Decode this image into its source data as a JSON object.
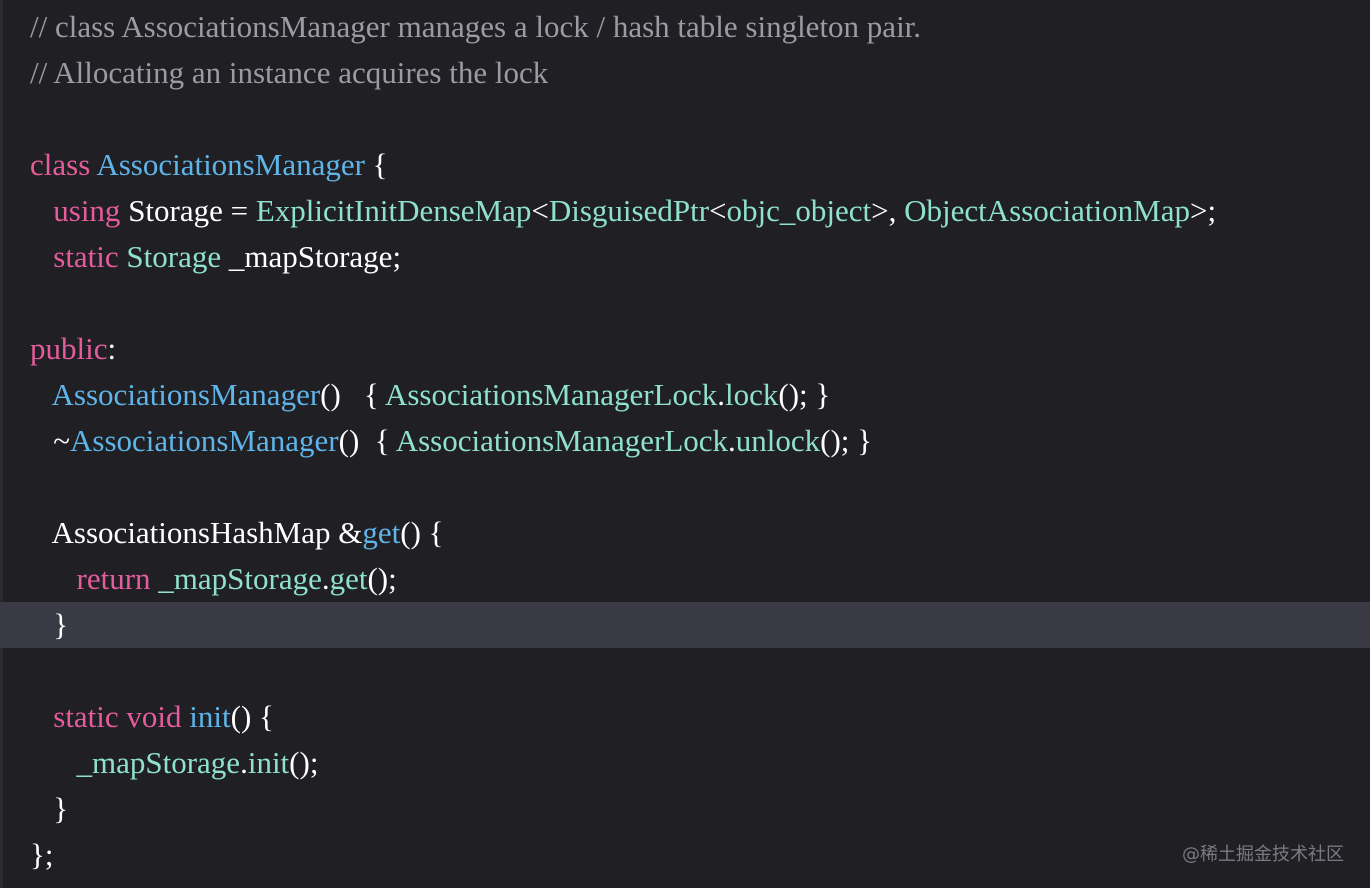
{
  "watermark": "@稀土掘金技术社区",
  "colors": {
    "background": "#1f1f24",
    "highlight_line": "#3a3a44",
    "comment": "#9b9ba3",
    "keyword": "#e45c9c",
    "type": "#8fe0cc",
    "declaration": "#5fb4e8",
    "plain": "#ffffff"
  },
  "code": {
    "highlighted_line": 13,
    "lines": [
      [
        {
          "t": "// class AssociationsManager manages a lock / hash table singleton pair.",
          "c": "comment"
        }
      ],
      [
        {
          "t": "// Allocating an instance acquires the lock",
          "c": "comment"
        }
      ],
      [],
      [
        {
          "t": "class",
          "c": "keyword"
        },
        {
          "t": " ",
          "c": "plain"
        },
        {
          "t": "AssociationsManager",
          "c": "decl"
        },
        {
          "t": " {",
          "c": "plain"
        }
      ],
      [
        {
          "t": "   ",
          "c": "plain"
        },
        {
          "t": "using",
          "c": "keyword"
        },
        {
          "t": " Storage = ",
          "c": "plain"
        },
        {
          "t": "ExplicitInitDenseMap",
          "c": "type"
        },
        {
          "t": "<",
          "c": "plain"
        },
        {
          "t": "DisguisedPtr",
          "c": "type"
        },
        {
          "t": "<",
          "c": "plain"
        },
        {
          "t": "objc_object",
          "c": "type"
        },
        {
          "t": ">, ",
          "c": "plain"
        },
        {
          "t": "ObjectAssociationMap",
          "c": "type"
        },
        {
          "t": ">;",
          "c": "plain"
        }
      ],
      [
        {
          "t": "   ",
          "c": "plain"
        },
        {
          "t": "static",
          "c": "keyword"
        },
        {
          "t": " ",
          "c": "plain"
        },
        {
          "t": "Storage",
          "c": "type"
        },
        {
          "t": " _mapStorage;",
          "c": "plain"
        }
      ],
      [],
      [
        {
          "t": "public",
          "c": "keyword"
        },
        {
          "t": ":",
          "c": "plain"
        }
      ],
      [
        {
          "t": "   ",
          "c": "plain"
        },
        {
          "t": "AssociationsManager",
          "c": "decl"
        },
        {
          "t": "()   { ",
          "c": "plain"
        },
        {
          "t": "AssociationsManagerLock",
          "c": "type"
        },
        {
          "t": ".",
          "c": "plain"
        },
        {
          "t": "lock",
          "c": "type"
        },
        {
          "t": "(); }",
          "c": "plain"
        }
      ],
      [
        {
          "t": "   ~",
          "c": "plain"
        },
        {
          "t": "AssociationsManager",
          "c": "decl"
        },
        {
          "t": "()  { ",
          "c": "plain"
        },
        {
          "t": "AssociationsManagerLock",
          "c": "type"
        },
        {
          "t": ".",
          "c": "plain"
        },
        {
          "t": "unlock",
          "c": "type"
        },
        {
          "t": "(); }",
          "c": "plain"
        }
      ],
      [],
      [
        {
          "t": "   AssociationsHashMap &",
          "c": "plain"
        },
        {
          "t": "get",
          "c": "decl"
        },
        {
          "t": "() {",
          "c": "plain"
        }
      ],
      [
        {
          "t": "      ",
          "c": "plain"
        },
        {
          "t": "return",
          "c": "keyword"
        },
        {
          "t": " ",
          "c": "plain"
        },
        {
          "t": "_mapStorage",
          "c": "type"
        },
        {
          "t": ".",
          "c": "plain"
        },
        {
          "t": "get",
          "c": "type"
        },
        {
          "t": "();",
          "c": "plain"
        }
      ],
      [
        {
          "t": "   }",
          "c": "plain"
        }
      ],
      [],
      [
        {
          "t": "   ",
          "c": "plain"
        },
        {
          "t": "static",
          "c": "keyword"
        },
        {
          "t": " ",
          "c": "plain"
        },
        {
          "t": "void",
          "c": "keyword"
        },
        {
          "t": " ",
          "c": "plain"
        },
        {
          "t": "init",
          "c": "decl"
        },
        {
          "t": "() {",
          "c": "plain"
        }
      ],
      [
        {
          "t": "      ",
          "c": "plain"
        },
        {
          "t": "_mapStorage",
          "c": "type"
        },
        {
          "t": ".",
          "c": "plain"
        },
        {
          "t": "init",
          "c": "type"
        },
        {
          "t": "();",
          "c": "plain"
        }
      ],
      [
        {
          "t": "   }",
          "c": "plain"
        }
      ],
      [
        {
          "t": "};",
          "c": "plain"
        }
      ]
    ]
  }
}
